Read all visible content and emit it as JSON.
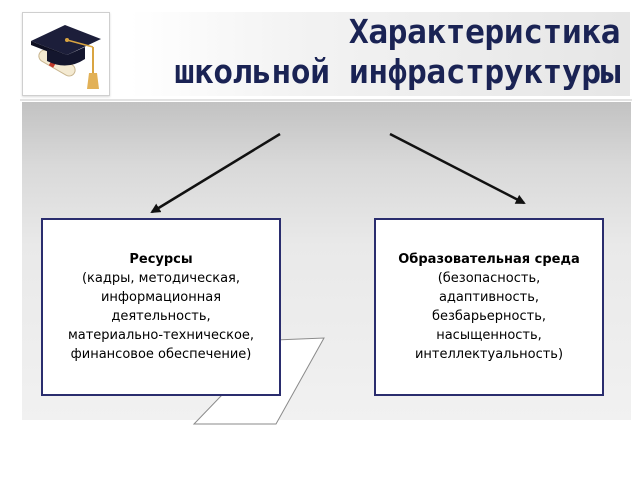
{
  "title": {
    "line1": "Характеристика",
    "line2": "школьной инфраструктуры"
  },
  "logo": {
    "icon": "graduation-cap-diploma-icon"
  },
  "nodes": [
    {
      "heading": "Ресурсы",
      "lines": [
        "(кадры, методическая,",
        "информационная",
        "деятельность,",
        "материально-техническое,",
        "финансовое обеспечение)"
      ]
    },
    {
      "heading": "Образовательная среда",
      "lines": [
        "(безопасность,",
        "адаптивность,",
        "безбарьерность,",
        "насыщенность,",
        "интеллектуальность)"
      ]
    }
  ],
  "colors": {
    "title": "#1a2354",
    "box_border": "#2a2d6e",
    "arrow": "#111111"
  }
}
